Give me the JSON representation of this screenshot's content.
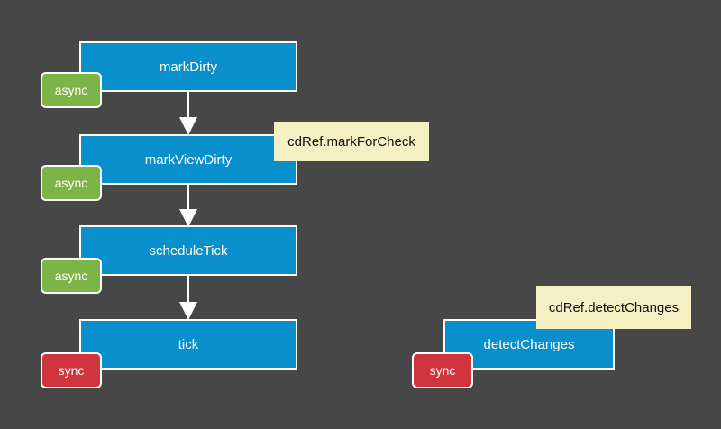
{
  "colors": {
    "background": "#474747",
    "box": "#0a8fcd",
    "async_badge": "#7cb447",
    "sync_badge": "#d0343e",
    "note": "#f5efc4",
    "arrow": "#ffffff"
  },
  "flow": {
    "mark_dirty": {
      "label": "markDirty",
      "badge": "async"
    },
    "mark_view_dirty": {
      "label": "markViewDirty",
      "badge": "async"
    },
    "schedule_tick": {
      "label": "scheduleTick",
      "badge": "async"
    },
    "tick": {
      "label": "tick",
      "badge": "sync"
    }
  },
  "detect_changes": {
    "label": "detectChanges",
    "badge": "sync"
  },
  "notes": {
    "mark_for_check": "cdRef.markForCheck",
    "detect_changes": "cdRef.detectChanges"
  }
}
